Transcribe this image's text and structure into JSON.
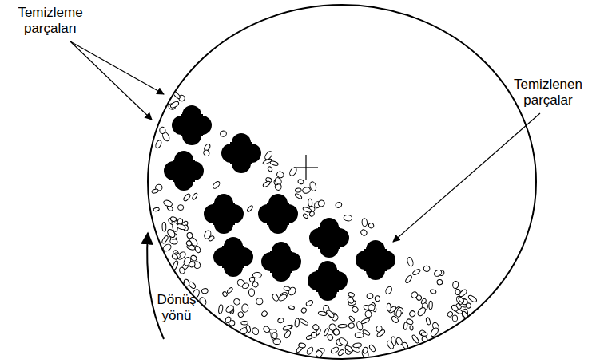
{
  "diagram": {
    "labels": [
      "Temizleme parçaları",
      "Temizlenen parçalar",
      "Dönüş yönü"
    ]
  }
}
